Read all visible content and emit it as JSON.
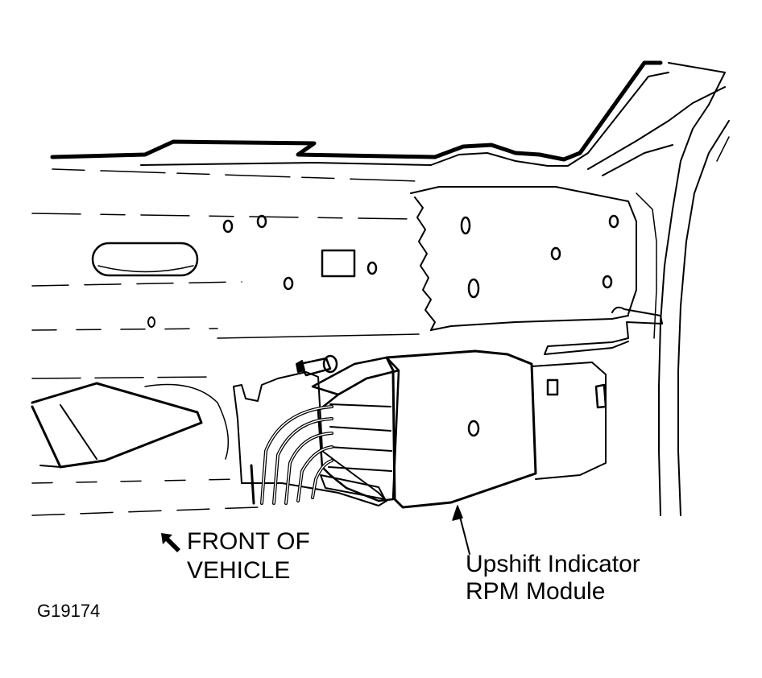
{
  "labels": {
    "front_of_vehicle_line1": "FRONT OF",
    "front_of_vehicle_line2": "VEHICLE",
    "module_line1": "Upshift Indicator",
    "module_line2": "RPM Module",
    "figure_code": "G19174"
  },
  "icons": {
    "front_arrow": "front-direction-arrow-icon"
  },
  "colors": {
    "ink": "#000000",
    "paper": "#ffffff"
  }
}
